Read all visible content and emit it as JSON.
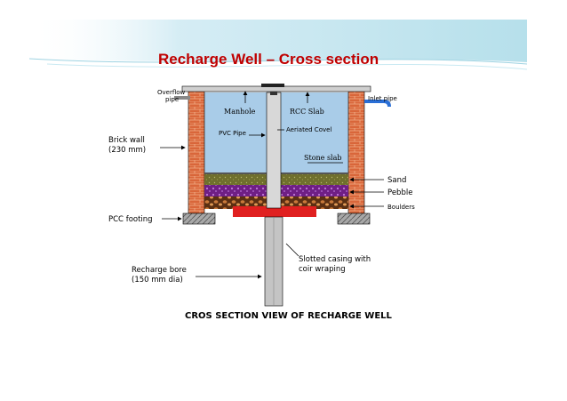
{
  "slide": {
    "title": "Recharge Well – Cross section"
  },
  "diagram": {
    "labels": {
      "overflow_pipe_line1": "Overflow",
      "overflow_pipe_line2": "pipe",
      "manhole": "Manhole",
      "rcc_slab": "RCC Slab",
      "inlet_pipe": "Inlet pipe",
      "pvc_pipe": "PVC Pipe",
      "aeriated_covel": "Aeriated Covel",
      "stone_slab": "Stone slab",
      "brick_wall_line1": "Brick wall",
      "brick_wall_line2": "(230 mm)",
      "sand": "Sand",
      "pebble": "Pebble",
      "boulders": "Boulders",
      "pcc_footing": "PCC footing",
      "slotted_casing_line1": "Slotted casing with",
      "slotted_casing_line2": "coir wraping",
      "recharge_bore_line1": "Recharge bore",
      "recharge_bore_line2": "(150 mm dia)",
      "caption": "CROS SECTION VIEW OF RECHARGE WELL"
    },
    "colors": {
      "water": "#a9cce8",
      "brick": "#d9663a",
      "sand": "#6f6f2d",
      "pebble": "#7a1f8f",
      "boulders": "#6b3a1a",
      "footing": "#9a9a9a",
      "slab": "#cfcfcf",
      "pipe": "#d8d8d8",
      "inlet_pipe": "#2a6fd6",
      "title": "#c00000"
    }
  }
}
